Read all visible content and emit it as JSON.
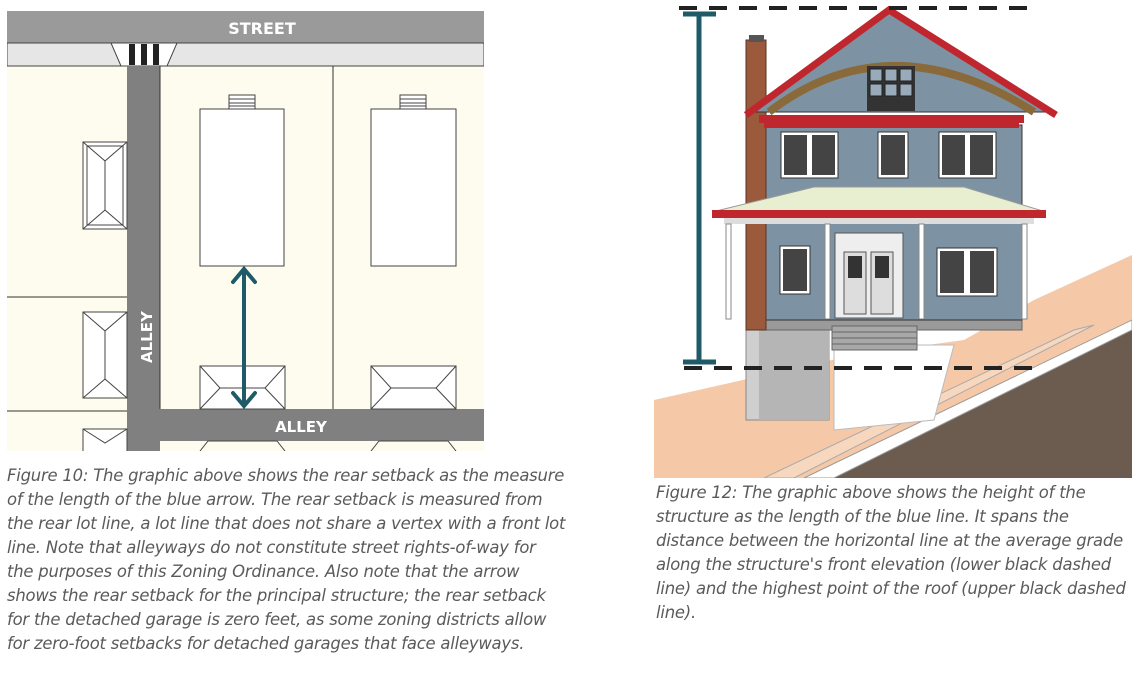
{
  "figure10": {
    "street_label": "STREET",
    "alley_vertical_label": "ALLEY",
    "alley_horizontal_label": "ALLEY",
    "colors": {
      "lot_fill": "#fdfcee",
      "alley_gray": "#808080",
      "street_gray": "#9a9a9a",
      "arrow": "#1e5a68"
    },
    "caption": "Figure 10: The graphic above shows the rear setback as the measure of the length of the blue arrow.  The rear setback is measured from the rear lot line, a lot line that does not share a vertex with a front lot line.  Note that alleyways do not constitute street rights-of-way for the purposes of this Zoning Ordinance.  Also note that the arrow shows the rear setback for the principal structure; the rear setback for the detached garage is zero feet, as some zoning districts allow for zero-foot setbacks for detached garages that face alleyways."
  },
  "figure12": {
    "colors": {
      "siding": "#7d93a3",
      "trim": "#c0262d",
      "porch_roof": "#e8efd0",
      "chimney": "#9b5a3c",
      "height_line": "#1e5a68",
      "ground": "#f5c9a8"
    },
    "caption": "Figure 12: The graphic above shows the height of the structure as the length of the blue line.  It spans the distance between the horizontal line at the average grade along the structure's front elevation (lower black dashed line) and the highest point of the roof (upper black dashed line)."
  }
}
